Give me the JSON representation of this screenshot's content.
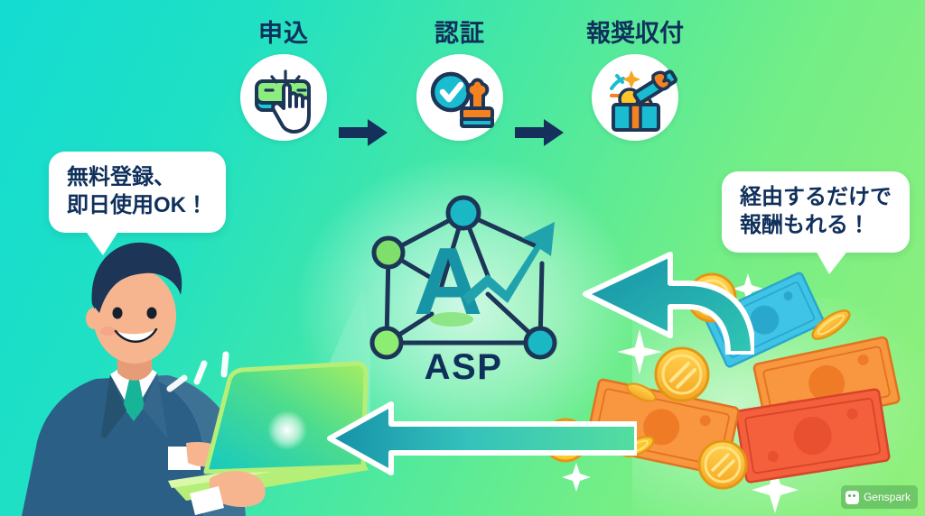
{
  "background": {
    "gradient_from": "#14dcd2",
    "gradient_mid": "#49e8a2",
    "gradient_to": "#92f07a"
  },
  "colors": {
    "navy": "#10305c",
    "teal": "#1aaebb",
    "teal_dark": "#0e7f93",
    "green": "#7ee06a",
    "orange": "#f58220",
    "gold": "#ffc62b",
    "white": "#ffffff"
  },
  "steps": [
    {
      "label": "申込",
      "icon": "click-button-icon"
    },
    {
      "label": "認証",
      "icon": "verified-stamp-icon"
    },
    {
      "label": "報奨収付",
      "icon": "gift-reward-icon"
    }
  ],
  "step_arrows": [
    {
      "name": "step-arrow-1",
      "icon": "arrow-right-icon"
    },
    {
      "name": "step-arrow-2",
      "icon": "arrow-right-icon"
    }
  ],
  "bubbles": {
    "left": {
      "line1": "無料登録、",
      "line2": "即日使用OK！"
    },
    "right": {
      "line1": "経由するだけで",
      "line2": "報酬もれる！"
    }
  },
  "center": {
    "label": "ASP",
    "letter": "A",
    "icon": "network-growth-icon",
    "nodes": [
      {
        "name": "node-top",
        "color": "#1aaebb"
      },
      {
        "name": "node-left-upper",
        "color": "#7ee06a"
      },
      {
        "name": "node-left-lower",
        "color": "#7ee06a"
      },
      {
        "name": "node-right-lower",
        "color": "#1aaebb"
      }
    ]
  },
  "flow_arrows": [
    {
      "name": "curved-reward-arrow",
      "icon": "arrow-curve-left-icon"
    },
    {
      "name": "straight-reward-arrow",
      "icon": "arrow-left-icon"
    }
  ],
  "person": {
    "name": "businessman-with-laptop",
    "suit_color": "#2b5f86",
    "tie_color": "#17b497",
    "hair_color": "#1d3557",
    "skin_color": "#f7b58f"
  },
  "money": {
    "name": "coins-and-banknotes",
    "bills": [
      "#3fc4e8",
      "#f99640",
      "#f4603b"
    ],
    "coin_color": "#ffc62b"
  },
  "watermark": {
    "label": "Genspark",
    "icon": "genspark-logo-icon"
  }
}
